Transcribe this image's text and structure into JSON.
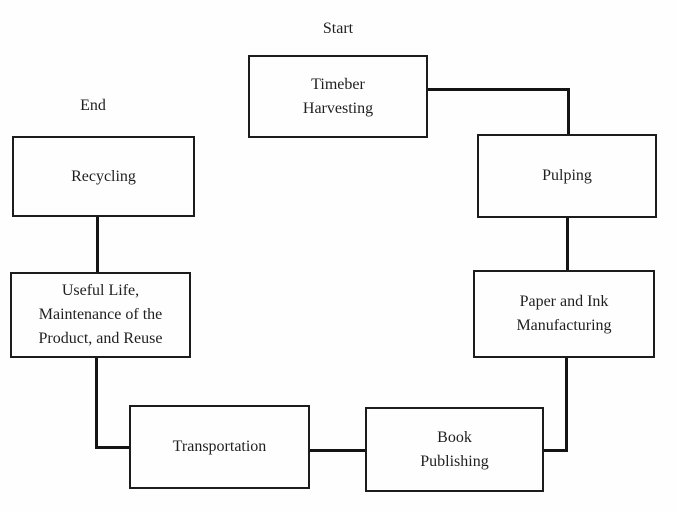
{
  "diagram": {
    "annotations": {
      "start": "Start",
      "end": "End"
    },
    "nodes": [
      {
        "id": "timber-harvesting",
        "label": "Timeber\nHarvesting"
      },
      {
        "id": "pulping",
        "label": "Pulping"
      },
      {
        "id": "paper-and-ink-manufacturing",
        "label": "Paper and Ink\nManufacturing"
      },
      {
        "id": "book-publishing",
        "label": "Book\nPublishing"
      },
      {
        "id": "transportation",
        "label": "Transportation"
      },
      {
        "id": "useful-life-maintenance-reuse",
        "label": "Useful Life,\nMaintenance of the\nProduct, and Reuse"
      },
      {
        "id": "recycling",
        "label": "Recycling"
      }
    ],
    "edges": [
      {
        "from": "timber-harvesting",
        "to": "pulping"
      },
      {
        "from": "pulping",
        "to": "paper-and-ink-manufacturing"
      },
      {
        "from": "paper-and-ink-manufacturing",
        "to": "book-publishing"
      },
      {
        "from": "book-publishing",
        "to": "transportation"
      },
      {
        "from": "transportation",
        "to": "useful-life-maintenance-reuse"
      },
      {
        "from": "useful-life-maintenance-reuse",
        "to": "recycling"
      }
    ],
    "colors": {
      "line": "#141414",
      "border": "#1c1c1c",
      "text": "#1f1f1f",
      "background": "#fefefe"
    }
  }
}
